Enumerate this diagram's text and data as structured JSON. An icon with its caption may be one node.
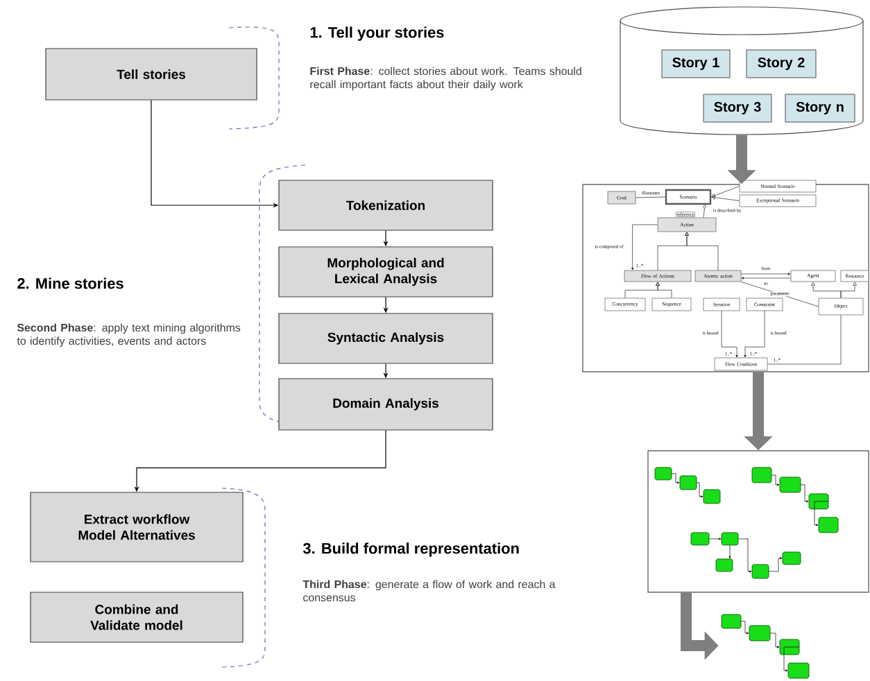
{
  "diagram": {
    "nodes": [
      {
        "text": [
          "Tell stories"
        ]
      },
      {
        "text": [
          "Tokenization"
        ]
      },
      {
        "text": [
          "Morphological and Lexical Analysis"
        ]
      },
      {
        "text": [
          "Syntactic Analysis"
        ]
      },
      {
        "text": [
          "Domain Analysis"
        ]
      },
      {
        "text": [
          "Extract workflow Model Alternatives"
        ]
      },
      {
        "text": [
          "Combine and Validate model"
        ]
      },
      {
        "text": [],
        "shape": "cylinder"
      },
      {
        "text": [
          "Story 1"
        ],
        "in": 7
      },
      {
        "text": [
          "Story 2"
        ],
        "in": 7
      },
      {
        "text": [
          "Story 3"
        ],
        "in": 7
      },
      {
        "text": [
          "Story n"
        ],
        "in": 7
      },
      {
        "text": [],
        "shape": "box"
      },
      {
        "text": [
          "Goal"
        ],
        "in": 12
      },
      {
        "text": [
          "Scenario"
        ],
        "in": 12
      },
      {
        "text": [
          "Normal Scenario"
        ],
        "in": 12
      },
      {
        "text": [
          "Exceptional Scenario"
        ],
        "in": 12
      },
      {
        "text": [
          "Action"
        ],
        "in": 12
      },
      {
        "text": [
          "Flow of Actions"
        ],
        "in": 12
      },
      {
        "text": [
          "Atomic action"
        ],
        "in": 12
      },
      {
        "text": [
          "Agent"
        ],
        "in": 12
      },
      {
        "text": [
          "Resource"
        ],
        "in": 12
      },
      {
        "text": [
          "Concurrency"
        ],
        "in": 12
      },
      {
        "text": [
          "Sequence"
        ],
        "in": 12
      },
      {
        "text": [
          "Iteration"
        ],
        "in": 12
      },
      {
        "text": [
          "Constraint"
        ],
        "in": 12
      },
      {
        "text": [
          "Object"
        ],
        "in": 12
      },
      {
        "text": [
          "Flow Condition"
        ],
        "in": 12
      },
      {
        "text": [],
        "shape": "box"
      },
      {
        "text": [],
        "shape": "picture"
      }
    ],
    "edges": [
      {
        "from": 0,
        "to": 1,
        "arrow": "to"
      },
      {
        "from": 1,
        "to": 2,
        "arrow": "to"
      },
      {
        "from": 2,
        "to": 3,
        "arrow": "to"
      },
      {
        "from": 3,
        "to": 4,
        "arrow": "to"
      },
      {
        "from": 4,
        "to": 5,
        "arrow": "to"
      },
      {
        "from": 7,
        "to": 12,
        "arrow": "to",
        "style": "thick",
        "color": "#7f7f7f"
      },
      {
        "from": 12,
        "to": 28,
        "arrow": "to",
        "style": "thick",
        "color": "#7f7f7f"
      },
      {
        "from": 28,
        "to": 29,
        "arrow": "to",
        "style": "thick",
        "color": "#7f7f7f"
      },
      {
        "from": 13,
        "to": 14,
        "arrow": "none",
        "label": "illustrates"
      },
      {
        "from": 15,
        "to": 14,
        "arrow": "to"
      },
      {
        "from": 16,
        "to": 14,
        "arrow": "to"
      },
      {
        "from": 17,
        "to": 14,
        "arrow": "other",
        "label": "is described by"
      },
      {
        "from": 17,
        "to": 18,
        "arrow": "to",
        "label": "is composed of"
      },
      {
        "from": 18,
        "to": 17,
        "arrow": "to"
      },
      {
        "from": 19,
        "to": 17,
        "arrow": "to"
      },
      {
        "from": 22,
        "to": 18,
        "arrow": "to"
      },
      {
        "from": 23,
        "to": 18,
        "arrow": "to"
      },
      {
        "from": 19,
        "to": 20,
        "arrow": "to",
        "label": "from"
      },
      {
        "from": 20,
        "to": 19,
        "arrow": "to",
        "label": "to"
      },
      {
        "from": 26,
        "to": 20,
        "arrow": "to"
      },
      {
        "from": 26,
        "to": 21,
        "arrow": "to"
      },
      {
        "from": 19,
        "to": 26,
        "arrow": "none",
        "label": "parameter"
      },
      {
        "from": 24,
        "to": 27,
        "arrow": "to",
        "label": "is bound"
      },
      {
        "from": 25,
        "to": 27,
        "arrow": "to",
        "label": "is bound"
      },
      {
        "from": 27,
        "to": 26,
        "arrow": "none",
        "label": "1..*"
      }
    ],
    "labels": [
      "1. Tell your stories",
      "**First Phase**: collect stories about work. Teams should recall important facts about their daily work",
      "2. Mine stories",
      "**Second Phase**: apply text mining algorithms to identify activities, events and actors",
      "3. Build formal representation",
      "**Third Phase**: generate a flow of work and reach a consensus",
      "reference",
      "1..*",
      "1..*",
      "1..*"
    ]
  }
}
